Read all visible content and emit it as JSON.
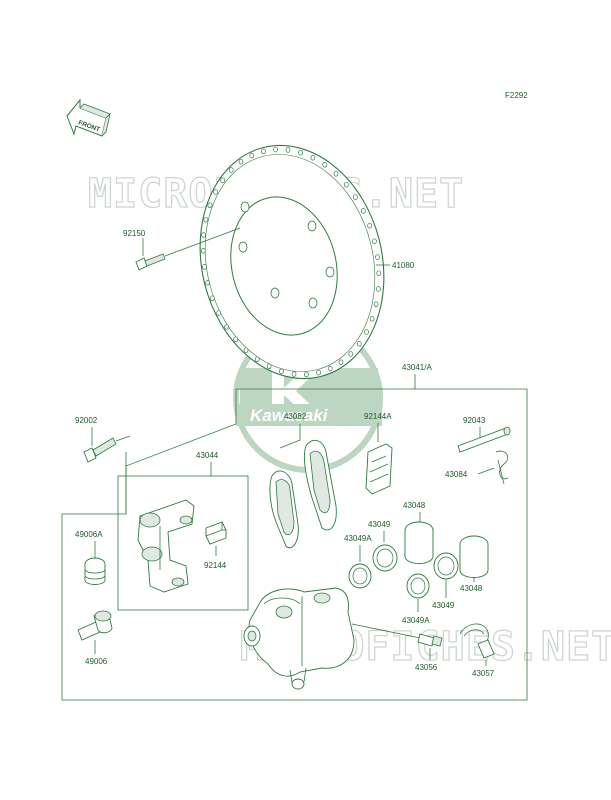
{
  "figure_code": "F2292",
  "front_label": "FRONT",
  "watermark": "MICROFICHES.NET",
  "brand": "Kawasaki",
  "parts": {
    "p92150": "92150",
    "p41080": "41080",
    "p43041A": "43041/A",
    "p92002": "92002",
    "p43082": "43082",
    "p92144A": "92144A",
    "p92043": "92043",
    "p43084": "43084",
    "p43044": "43044",
    "p43048a": "43048",
    "p43049a": "43049",
    "p43049Aa": "43049A",
    "p49006A": "49006A",
    "p92144": "92144",
    "p43048b": "43048",
    "p43049b": "43049",
    "p43049Ab": "43049A",
    "p49006": "49006",
    "p43056": "43056",
    "p43057": "43057"
  },
  "colors": {
    "line": "#2f7a42",
    "label": "#1d5a2c",
    "watermark": "#cfd6d0",
    "logo_green": "#bcd6c2"
  }
}
